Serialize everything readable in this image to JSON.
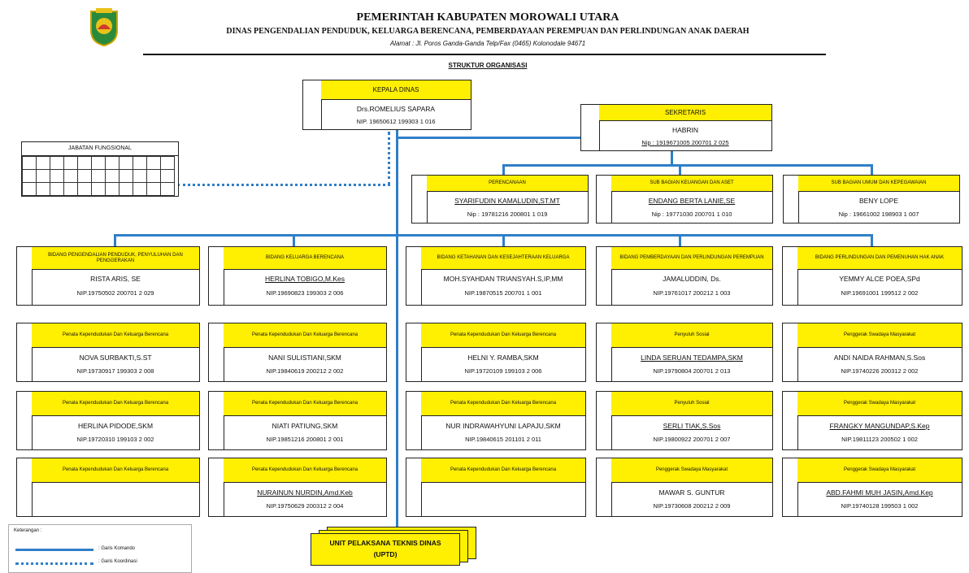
{
  "header": {
    "gov": "PEMERINTAH KABUPATEN MOROWALI UTARA",
    "dept": "DINAS PENGENDALIAN PENDUDUK, KELUARGA BERENCANA, PEMBERDAYAAN PEREMPUAN DAN PERLINDUNGAN ANAK DAERAH",
    "address": "Alamat : Jl. Poros Ganda-Ganda Telp/Fax (0465) Kolonodale 94671",
    "struktur": "STRUKTUR ORGANISASI"
  },
  "kepala": {
    "title": "KEPALA DINAS",
    "name": "Drs.ROMELIUS SAPARA",
    "nip": "NIP. 19650612 199303 1 016"
  },
  "sekretaris": {
    "title": "SEKRETARIS",
    "name": "HABRIN",
    "nip": "Nip : 1919671005 200701 2 025"
  },
  "jabatan": {
    "title": "JABATAN FUNGSIONAL"
  },
  "subbag": [
    {
      "title": "PERENCANAAN",
      "name": "SYARIFUDIN KAMALUDIN,ST.MT",
      "nip": "Nip : 19781216 200801 1 019"
    },
    {
      "title": "SUB BAGIAN KEUANGAN DAN ASET",
      "name": "ENDANG BERTA LANIE,SE",
      "nip": "Nip : 19771030 200701 1 010"
    },
    {
      "title": "SUB BAGIAN UMUM DAN KEPEGAWAIAN",
      "name": "BENY LOPE",
      "nip": "Nip : 19661002 198903 1 007"
    }
  ],
  "bidang": [
    {
      "title": "BIDANG PENGENDALIAN PENDUDUK, PENYULUHAN DAN PENGGERAKAN",
      "name": "RISTA ARIS, SE",
      "nip": "NIP.19750502 200701 2 029"
    },
    {
      "title": "BIDANG KELUARGA BERENCANA",
      "name": "HERLINA TOBIGO,M.Kes",
      "nip": "NIP.19690823 199303 2 006"
    },
    {
      "title": "BIDANG KETAHANAN DAN KESEJAHTERAAN KELUARGA",
      "name": "MOH.SYAHDAN TRIANSYAH.S,IP,MM",
      "nip": "NIP.19870515 200701 1 001"
    },
    {
      "title": "BIDANG PEMBERDAYAAN DAN PERLINDUNGAN PEREMPUAN",
      "name": "JAMALUDDIN, Ds.",
      "nip": "NIP.19761017 200212 1 003"
    },
    {
      "title": "BIDANG PERLINDUNGAN DAN PEMENUHAN HAK ANAK",
      "name": "YEMMY ALCE POEA,SPd",
      "nip": "NIP.19691001 199512 2 002"
    }
  ],
  "staff": [
    [
      {
        "title": "Penata Kependudukan Dan Keluarga Berencana",
        "name": "NOVA SURBAKTI,S.ST",
        "nip": "NIP.19730917 199303 2 008"
      },
      {
        "title": "Penata Kependudukan Dan Keluarga Berencana",
        "name": "HERLINA PIDODE,SKM",
        "nip": "NIP.19720310 199103 2 002"
      },
      {
        "title": "Penata Kependudukan Dan Keluarga Berencana",
        "name": "",
        "nip": ""
      }
    ],
    [
      {
        "title": "Penata Kependudukan Dan Keluarga Berencana",
        "name": "NANI SULISTIANI,SKM",
        "nip": "NIP.19840619 200212 2 002"
      },
      {
        "title": "Penata Kependudukan Dan Keluarga Berencana",
        "name": "NIATI PATIUNG,SKM",
        "nip": "NIP.19851216 200801 2 001"
      },
      {
        "title": "Penata Kependudukan Dan Keluarga Berencana",
        "name": "NURAINUN NURDIN,Amd.Keb",
        "nip": "NIP.19750629 200312 2 004"
      }
    ],
    [
      {
        "title": "Penata Kependudukan Dan Keluarga Berencana",
        "name": "HELNI Y. RAMBA,SKM",
        "nip": "NIP.19720109 199103 2 006"
      },
      {
        "title": "Penata Kependudukan Dan Keluarga Berencana",
        "name": "NUR INDRAWAHYUNI LAPAJU,SKM",
        "nip": "NIP.19840615 201101 2 011"
      },
      {
        "title": "Penata Kependudukan Dan Keluarga Berencana",
        "name": "",
        "nip": ""
      }
    ],
    [
      {
        "title": "Penyuluh Sosial",
        "name": "LINDA SERUAN TEDAMPA,SKM",
        "nip": "NIP.19790804 200701 2 013"
      },
      {
        "title": "Penyuluh Sosial",
        "name": "SERLI TIAK,S.Sos",
        "nip": "NIP.19800922 200701 2 007"
      },
      {
        "title": "Penggerak Swadaya Masyarakat",
        "name": "MAWAR S. GUNTUR",
        "nip": "NIP.19730608 200212 2 009"
      }
    ],
    [
      {
        "title": "Penggerak Swadaya Masyarakat",
        "name": "ANDI NAIDA RAHMAN,S.Sos",
        "nip": "NIP.19740226 200312 2 002"
      },
      {
        "title": "Penggerak Swadaya Masyarakat",
        "name": "FRANGKY MANGUNDAP,S.Kep",
        "nip": "NIP.19811123 200502 1 002"
      },
      {
        "title": "Penggerak Swadaya Masyarakat",
        "name": "ABD.FAHMI MUH JASIN,Amd.Kep",
        "nip": "NIP.19740128 199503 1 002"
      }
    ]
  ],
  "uptd": {
    "line1": "UNIT PELAKSANA TEKNIS DINAS",
    "line2": "(UPTD)"
  },
  "legend": {
    "title": "Keterangan :",
    "komando": ": Garis Komando",
    "koordinasi": ": Garis Koordinasi"
  },
  "colors": {
    "box_fill": "#ffef00",
    "line": "#2f7fc9"
  }
}
